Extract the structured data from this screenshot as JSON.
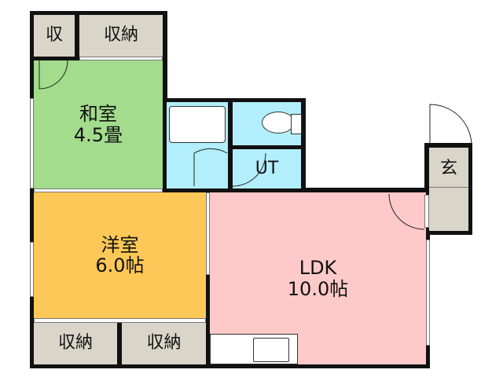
{
  "rooms": {
    "storage_small": {
      "label": "収"
    },
    "storage_top": {
      "label": "収納"
    },
    "washitsu": {
      "label": "和室",
      "size": "4.5畳"
    },
    "bath": {
      "label": ""
    },
    "ut": {
      "label": "UT"
    },
    "youshitsu": {
      "label": "洋室",
      "size": "6.0帖"
    },
    "storage_bottom_left": {
      "label": "収納"
    },
    "storage_bottom_right": {
      "label": "収納"
    },
    "ldk": {
      "label": "LDK",
      "size": "10.0帖"
    },
    "entrance": {
      "label": "玄"
    }
  },
  "colors": {
    "washitsu": "#a2dc8c",
    "youshitsu": "#fdc858",
    "ldk": "#fdc9c9",
    "wet": "#b2eefc",
    "storage": "#d9d5c9"
  }
}
